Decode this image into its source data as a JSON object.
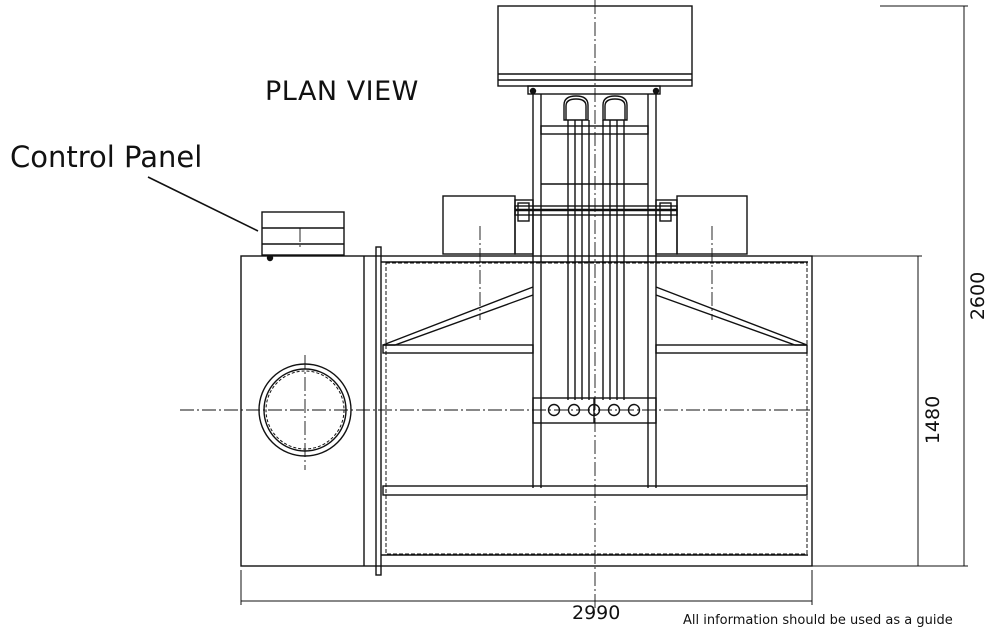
{
  "title": "PLAN VIEW",
  "callout": {
    "label": "Control Panel"
  },
  "dimensions": {
    "overall_width": "2990",
    "body_depth": "1480",
    "overall_depth": "2600"
  },
  "footnote": "All information should be used as a guide"
}
